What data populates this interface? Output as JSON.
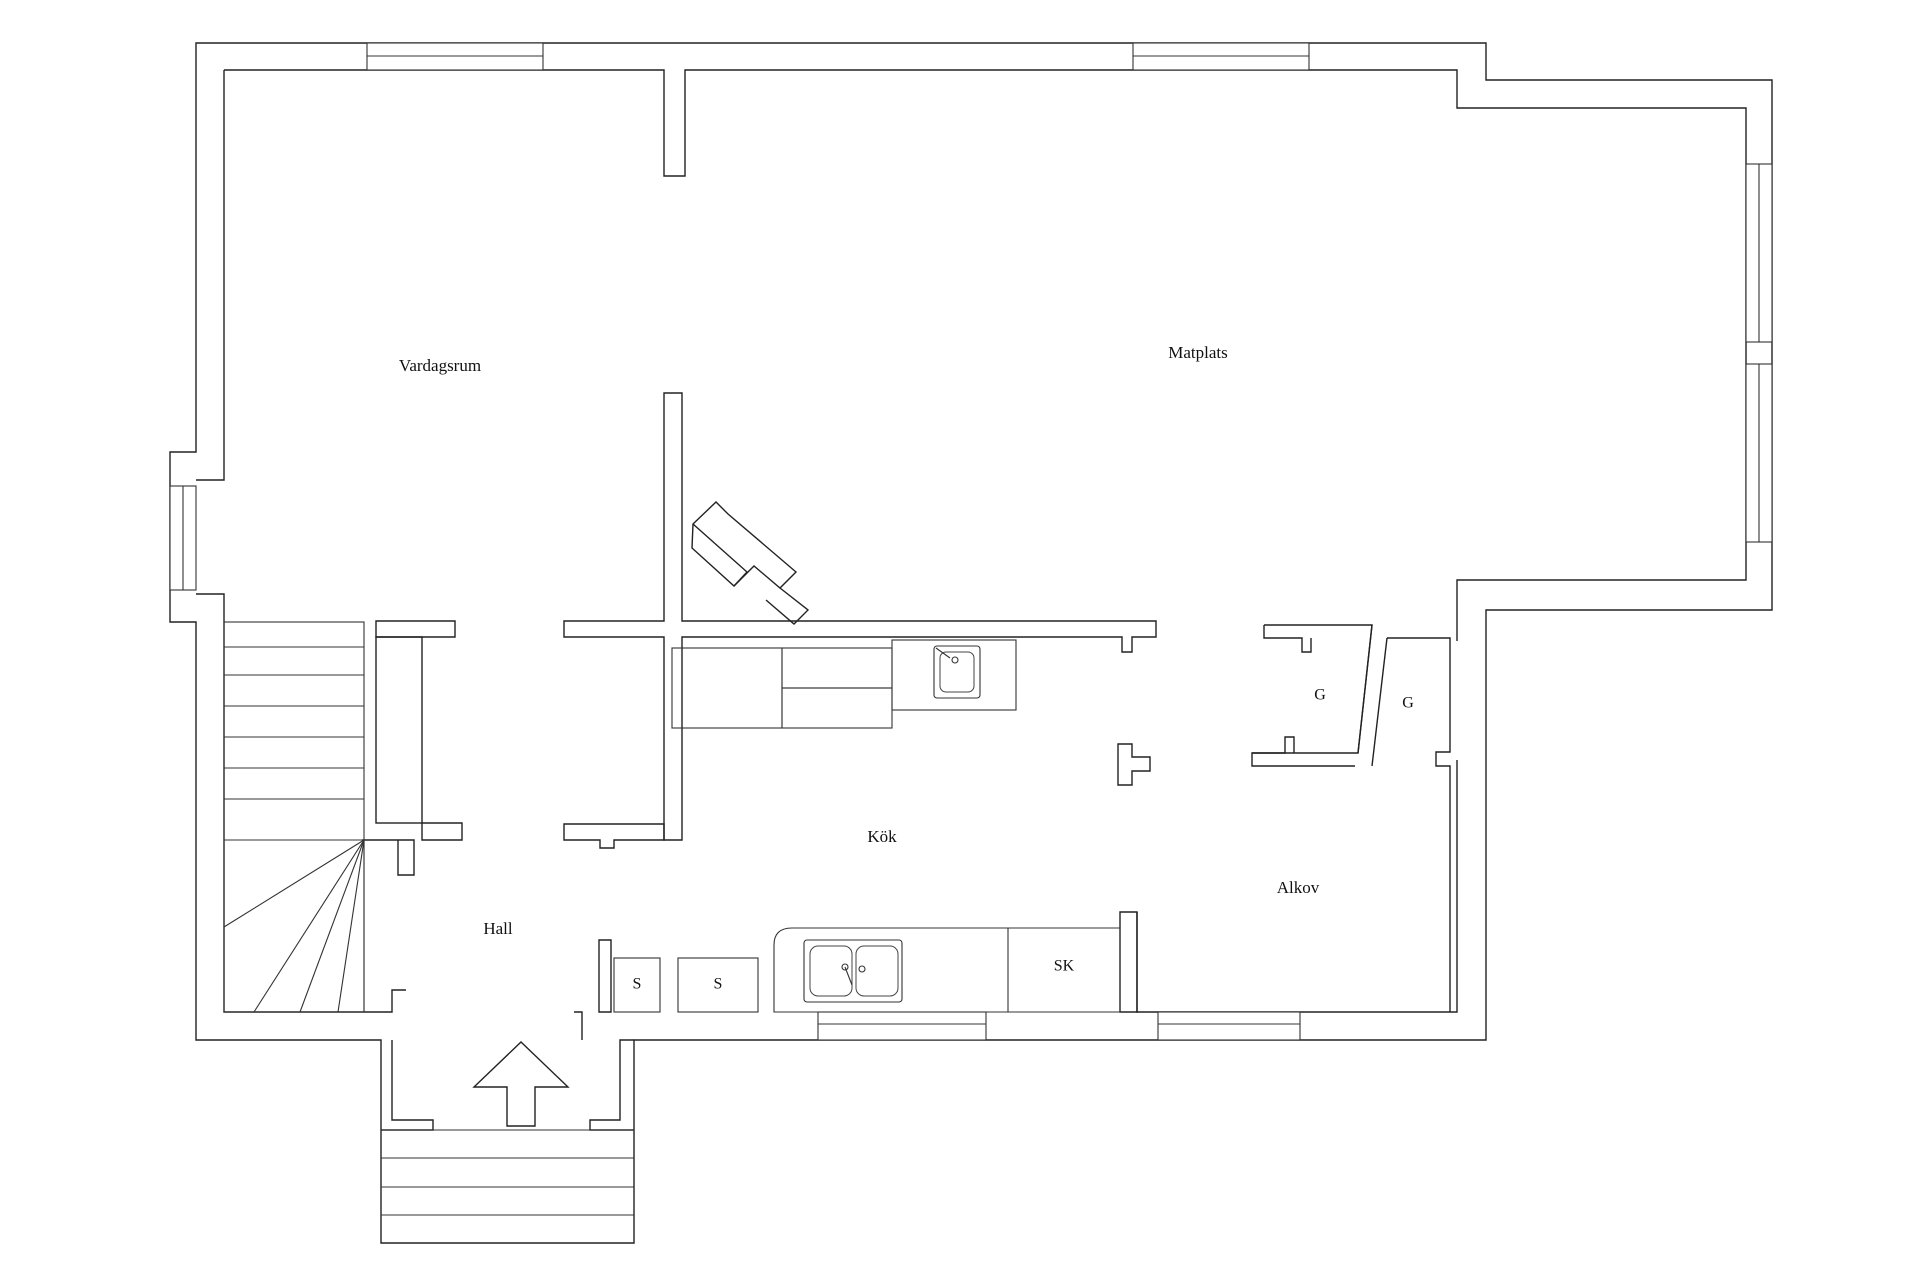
{
  "rooms": {
    "vardagsrum": "Vardagsrum",
    "matplats": "Matplats",
    "kok": "Kök",
    "hall": "Hall",
    "alkov": "Alkov"
  },
  "fixtures": {
    "g_left": "G",
    "g_right": "G",
    "s_left": "S",
    "s_right": "S",
    "sk": "SK"
  },
  "icons": {
    "entrance": "entrance-arrow-icon",
    "sink": "sink-icon",
    "double_sink": "double-sink-icon",
    "stairs": "staircase-icon"
  }
}
